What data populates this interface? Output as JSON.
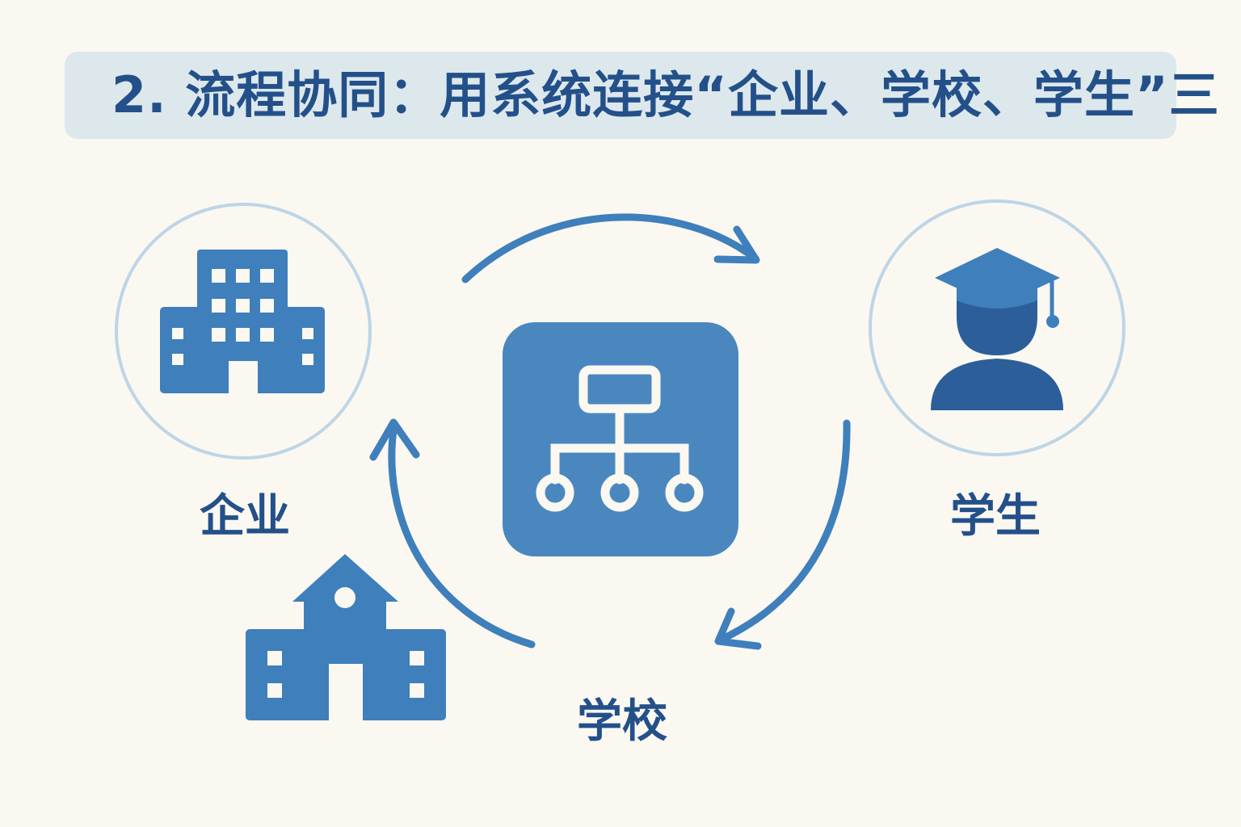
{
  "title": "2. 流程协同：用系统连接“企业、学校、学生”三",
  "nodes": {
    "enterprise": {
      "label": "企业",
      "icon": "office-building-icon"
    },
    "student": {
      "label": "学生",
      "icon": "graduate-student-icon"
    },
    "school": {
      "label": "学校",
      "icon": "school-building-icon"
    },
    "system": {
      "icon": "hierarchy-network-icon"
    }
  },
  "colors": {
    "primary": "#3f7fbc",
    "dark": "#2c5f99",
    "text": "#24508a",
    "ring": "#bdd5e6",
    "title_bg": "#dce8ec",
    "background": "#faf8f1"
  }
}
